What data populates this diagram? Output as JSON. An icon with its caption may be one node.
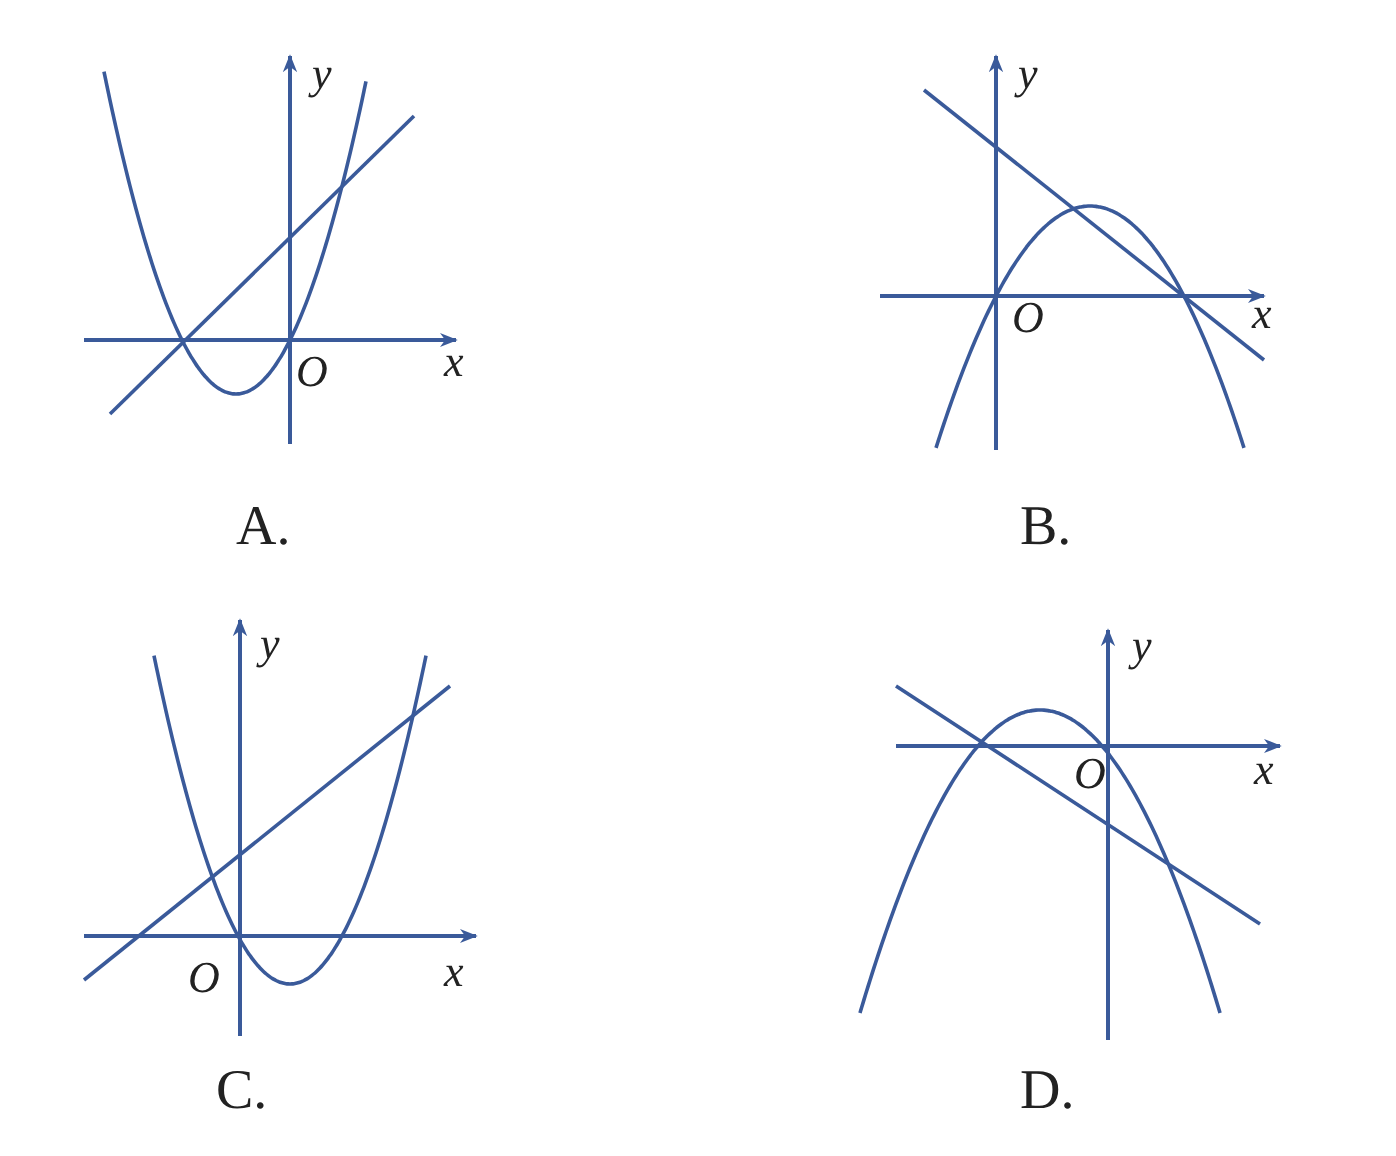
{
  "diagram": {
    "labels": [
      "y",
      "O",
      "x",
      "A.",
      "y",
      "O",
      "x",
      "B.",
      "y",
      "O",
      "x",
      "C.",
      "y",
      "O",
      "x",
      "D."
    ]
  }
}
